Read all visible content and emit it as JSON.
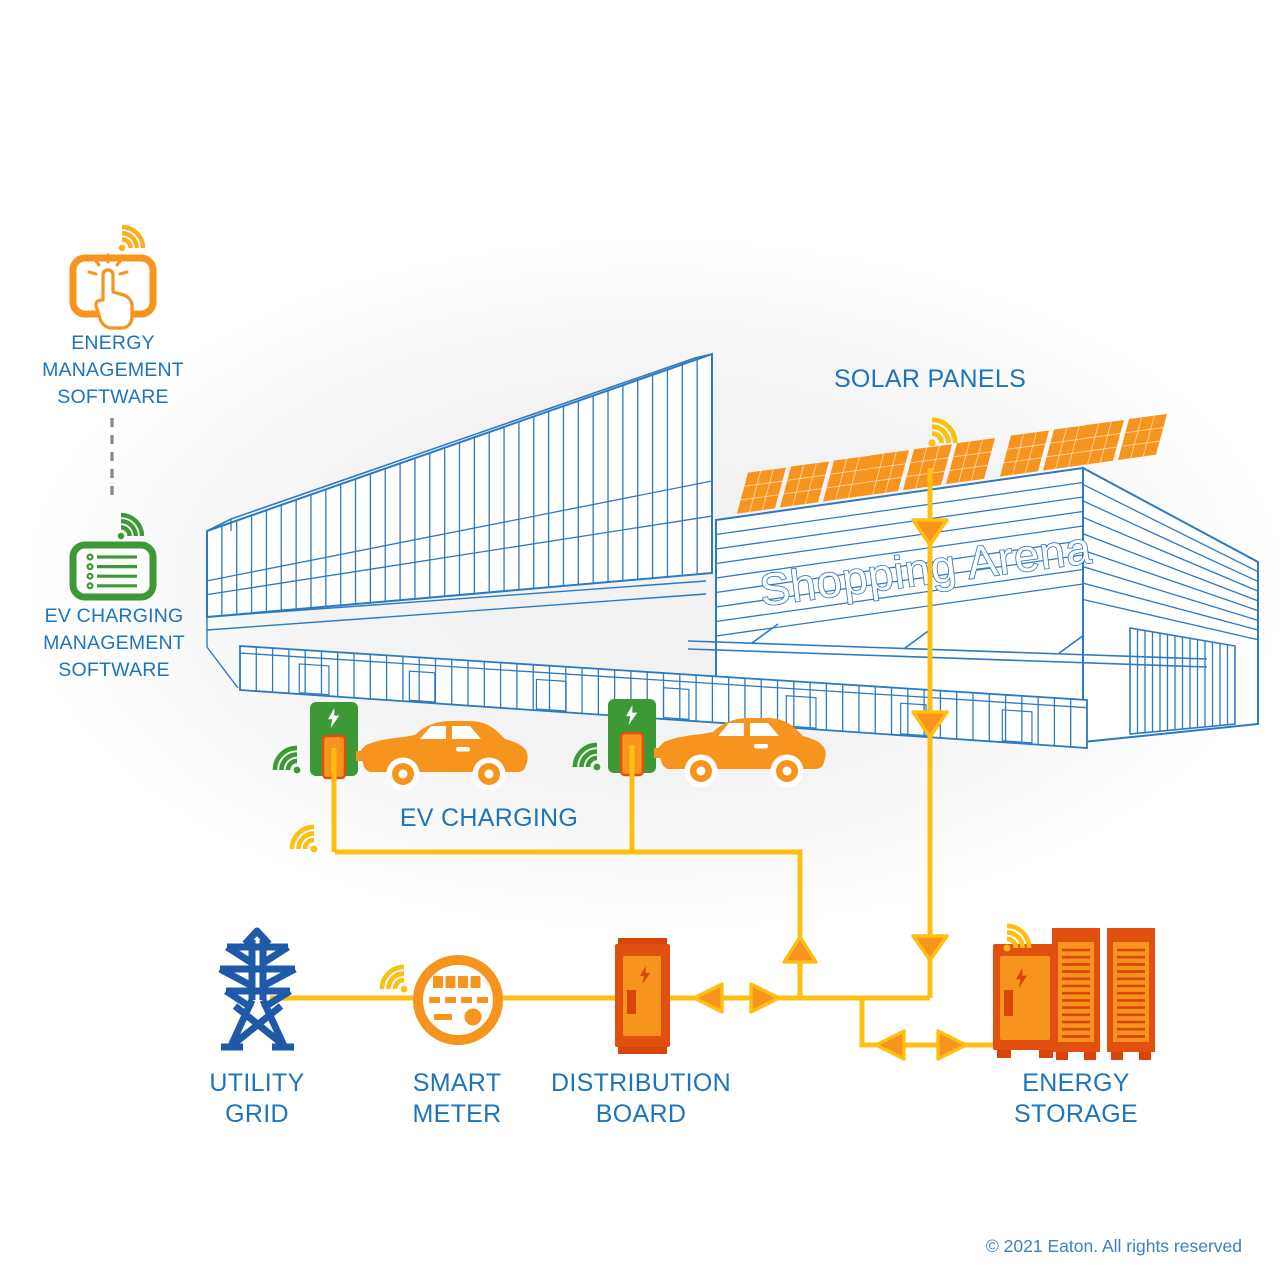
{
  "labels": {
    "sw_energy": [
      "ENERGY",
      "MANAGEMENT",
      "SOFTWARE"
    ],
    "sw_ev": [
      "EV CHARGING",
      "MANAGEMENT",
      "SOFTWARE"
    ],
    "solar": "SOLAR PANELS",
    "sign": "Shopping Arena",
    "ev": "EV CHARGING",
    "utility": [
      "UTILITY",
      "GRID"
    ],
    "meter": [
      "SMART",
      "METER"
    ],
    "board": [
      "DISTRIBUTION",
      "BOARD"
    ],
    "storage": [
      "ENERGY",
      "STORAGE"
    ],
    "copyright": "© 2021 Eaton. All rights reserved"
  },
  "icons": {
    "energy_software": "touchscreen-tap-icon",
    "ev_software": "checklist-screen-icon",
    "wireless": "wifi-signal-icon",
    "solar": "solar-panel-icon",
    "ev_station": "ev-charger-icon",
    "car": "electric-car-icon",
    "utility": "transmission-tower-icon",
    "meter": "smart-meter-icon",
    "board": "distribution-cabinet-icon",
    "storage": "battery-cabinet-icon",
    "bolt": "lightning-bolt-icon"
  },
  "colors": {
    "orange": "#F7941D",
    "dark_orange": "#E2500F",
    "deep_orange": "#D84508",
    "yellow": "#FDC010",
    "green": "#3C9936",
    "text_blue": "#1C75BC",
    "line_blue": "#2B7AC2",
    "tower_blue": "#1E5AA7",
    "gray": "#8C8C8C"
  }
}
